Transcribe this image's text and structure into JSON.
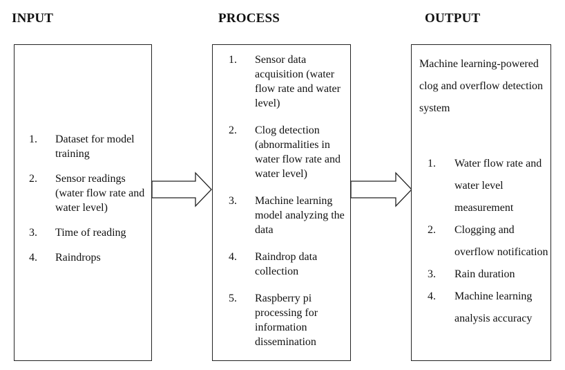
{
  "headings": {
    "input": "INPUT",
    "process": "PROCESS",
    "output": "OUTPUT"
  },
  "input": {
    "items": [
      {
        "num": "1.",
        "text": "Dataset for model training"
      },
      {
        "num": "2.",
        "text": "Sensor readings (water flow rate and water level)"
      },
      {
        "num": "3.",
        "text": "Time of reading"
      },
      {
        "num": "4.",
        "text": "Raindrops"
      }
    ]
  },
  "process": {
    "items": [
      {
        "num": "1.",
        "text": "Sensor data acquisition (water flow rate and water level)"
      },
      {
        "num": "2.",
        "text": "Clog detection (abnormalities in water flow rate and water level)"
      },
      {
        "num": "3.",
        "text": "Machine learning model analyzing the data"
      },
      {
        "num": "4.",
        "text": "Raindrop data collection"
      },
      {
        "num": "5.",
        "text": "Raspberry pi processing for information dissemination"
      }
    ]
  },
  "output": {
    "title": "Machine learning-powered clog and overflow detection system",
    "items": [
      {
        "num": "1.",
        "text": "Water flow rate and water level measurement"
      },
      {
        "num": "2.",
        "text": "Clogging and overflow notification"
      },
      {
        "num": "3.",
        "text": "Rain duration"
      },
      {
        "num": "4.",
        "text": "Machine learning analysis accuracy"
      }
    ]
  }
}
